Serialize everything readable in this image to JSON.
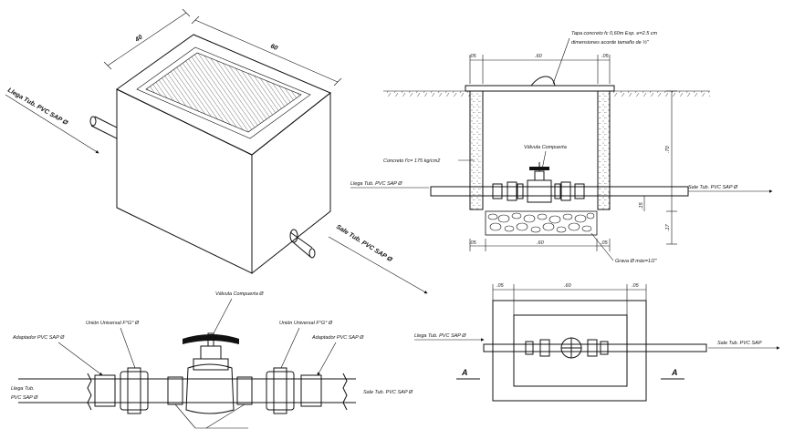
{
  "iso_view": {
    "dim_depth": "40",
    "dim_width": "60",
    "inlet_label": "Llega Tub. PVC SAP Ø",
    "outlet_label": "Sale Tub. PVC SAP Ø"
  },
  "section_view": {
    "dim_wall_left": ".05",
    "dim_inner": ".60",
    "dim_wall_right": ".05",
    "lid_note_line1": "Tapa concreto fc 0,60m Esp. e=2.5 cm",
    "lid_note_line2": "dimensiones acorde tamaño de ½\"",
    "valve_label": "Válvula Compuerta",
    "concrete_label": "Concreto f'c= 175 kg/cm2",
    "inlet_label": "Llega Tub. PVC SAP Ø",
    "outlet_label": "Sale Tub. PVC SAP Ø",
    "dim_height": ".70",
    "dim_pipe_height": ".15",
    "dim_gravel": ".17",
    "dim_bottom_left": ".05",
    "dim_bottom_inner": ".60",
    "dim_bottom_right": ".05",
    "gravel_label": "Grava Ø máx=1/2\""
  },
  "detail_view": {
    "valve_label": "Válvula Compuerta Ø",
    "union_left_label": "Unión Universal F°G° Ø",
    "union_right_label": "Unión Universal F°G° Ø",
    "adapter_left_label": "Adaptador PVC SAP Ø",
    "adapter_right_label": "Adaptador PVC SAP Ø",
    "inlet_label_line1": "Llega Tub.",
    "inlet_label_line2": "PVC SAP Ø",
    "outlet_label": "Sale Tub. PVC SAP Ø"
  },
  "plan_view": {
    "dim_wall_left": ".05",
    "dim_inner": ".60",
    "dim_wall_right": ".05",
    "inlet_label": "Llega Tub. PVC SAP Ø",
    "outlet_label": "Sale Tub. PVC SAP",
    "cut_left": "A",
    "cut_right": "A"
  }
}
